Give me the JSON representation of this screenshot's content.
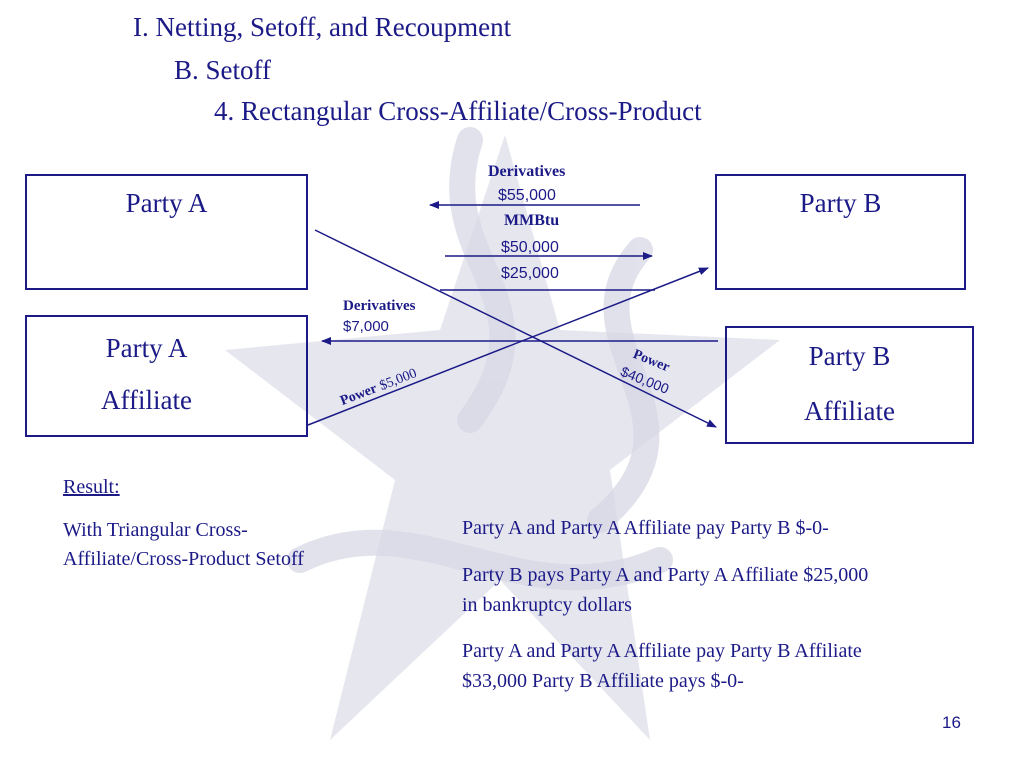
{
  "headings": {
    "level1": "I.  Netting, Setoff, and Recoupment",
    "level2": "B. Setoff",
    "level3": "4.  Rectangular Cross-Affiliate/Cross-Product"
  },
  "boxes": {
    "party_a": {
      "label": "Party A"
    },
    "party_b": {
      "label": "Party B"
    },
    "party_a_affiliate": {
      "line1": "Party A",
      "line2": "Affiliate"
    },
    "party_b_affiliate": {
      "line1": "Party B",
      "line2": "Affiliate"
    }
  },
  "flows": {
    "derivatives_top_title": "Derivatives",
    "derivatives_top_value": "$55,000",
    "mmbtu_title": "MMBtu",
    "mmbtu_value1": "$50,000",
    "mmbtu_value2": "$25,000",
    "derivatives_left_title": "Derivatives",
    "derivatives_left_value": "$7,000",
    "power_right_title": "Power",
    "power_right_value": "$40,000",
    "power_left_title": "Power",
    "power_left_value": "$5,000"
  },
  "result": {
    "heading": "Result:",
    "line1": "With Triangular Cross-",
    "line2": "Affiliate/Cross-Product Setoff"
  },
  "outcomes": {
    "p1": "Party A and Party A Affiliate pay Party B $-0-",
    "p2_line1": "Party B pays Party A and Party A Affiliate $25,000",
    "p2_line2": "in bankruptcy dollars",
    "p3_line1": "Party A and Party A Affiliate pay Party B Affiliate",
    "p3_line2": "$33,000 Party B Affiliate pays $-0-"
  },
  "page_number": "16",
  "colors": {
    "ink": "#1b1a87",
    "watermark": "#e4e4ee"
  }
}
